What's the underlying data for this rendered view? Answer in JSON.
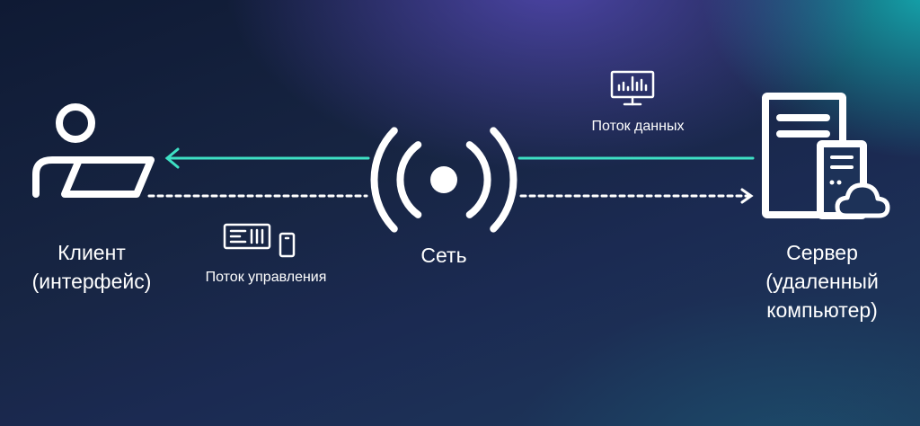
{
  "client": {
    "label_line1": "Клиент",
    "label_line2": "(интерфейс)",
    "icon": "person-at-laptop-icon"
  },
  "server": {
    "label_line1": "Сервер",
    "label_line2": "(удаленный",
    "label_line3": "компьютер)",
    "icon": "server-with-cloud-icon"
  },
  "network": {
    "label": "Сеть",
    "icon": "broadcast-signal-icon"
  },
  "data_flow": {
    "label": "Поток данных",
    "icon": "monitor-chart-icon",
    "direction": "server-to-client",
    "style": "solid"
  },
  "control_flow": {
    "label": "Поток управления",
    "icon": "keyboard-and-phone-icon",
    "direction": "client-to-server",
    "style": "dashed"
  },
  "colors": {
    "accent_teal": "#3ee0c4",
    "stroke_white": "#ffffff",
    "background_dark": "#172543"
  }
}
